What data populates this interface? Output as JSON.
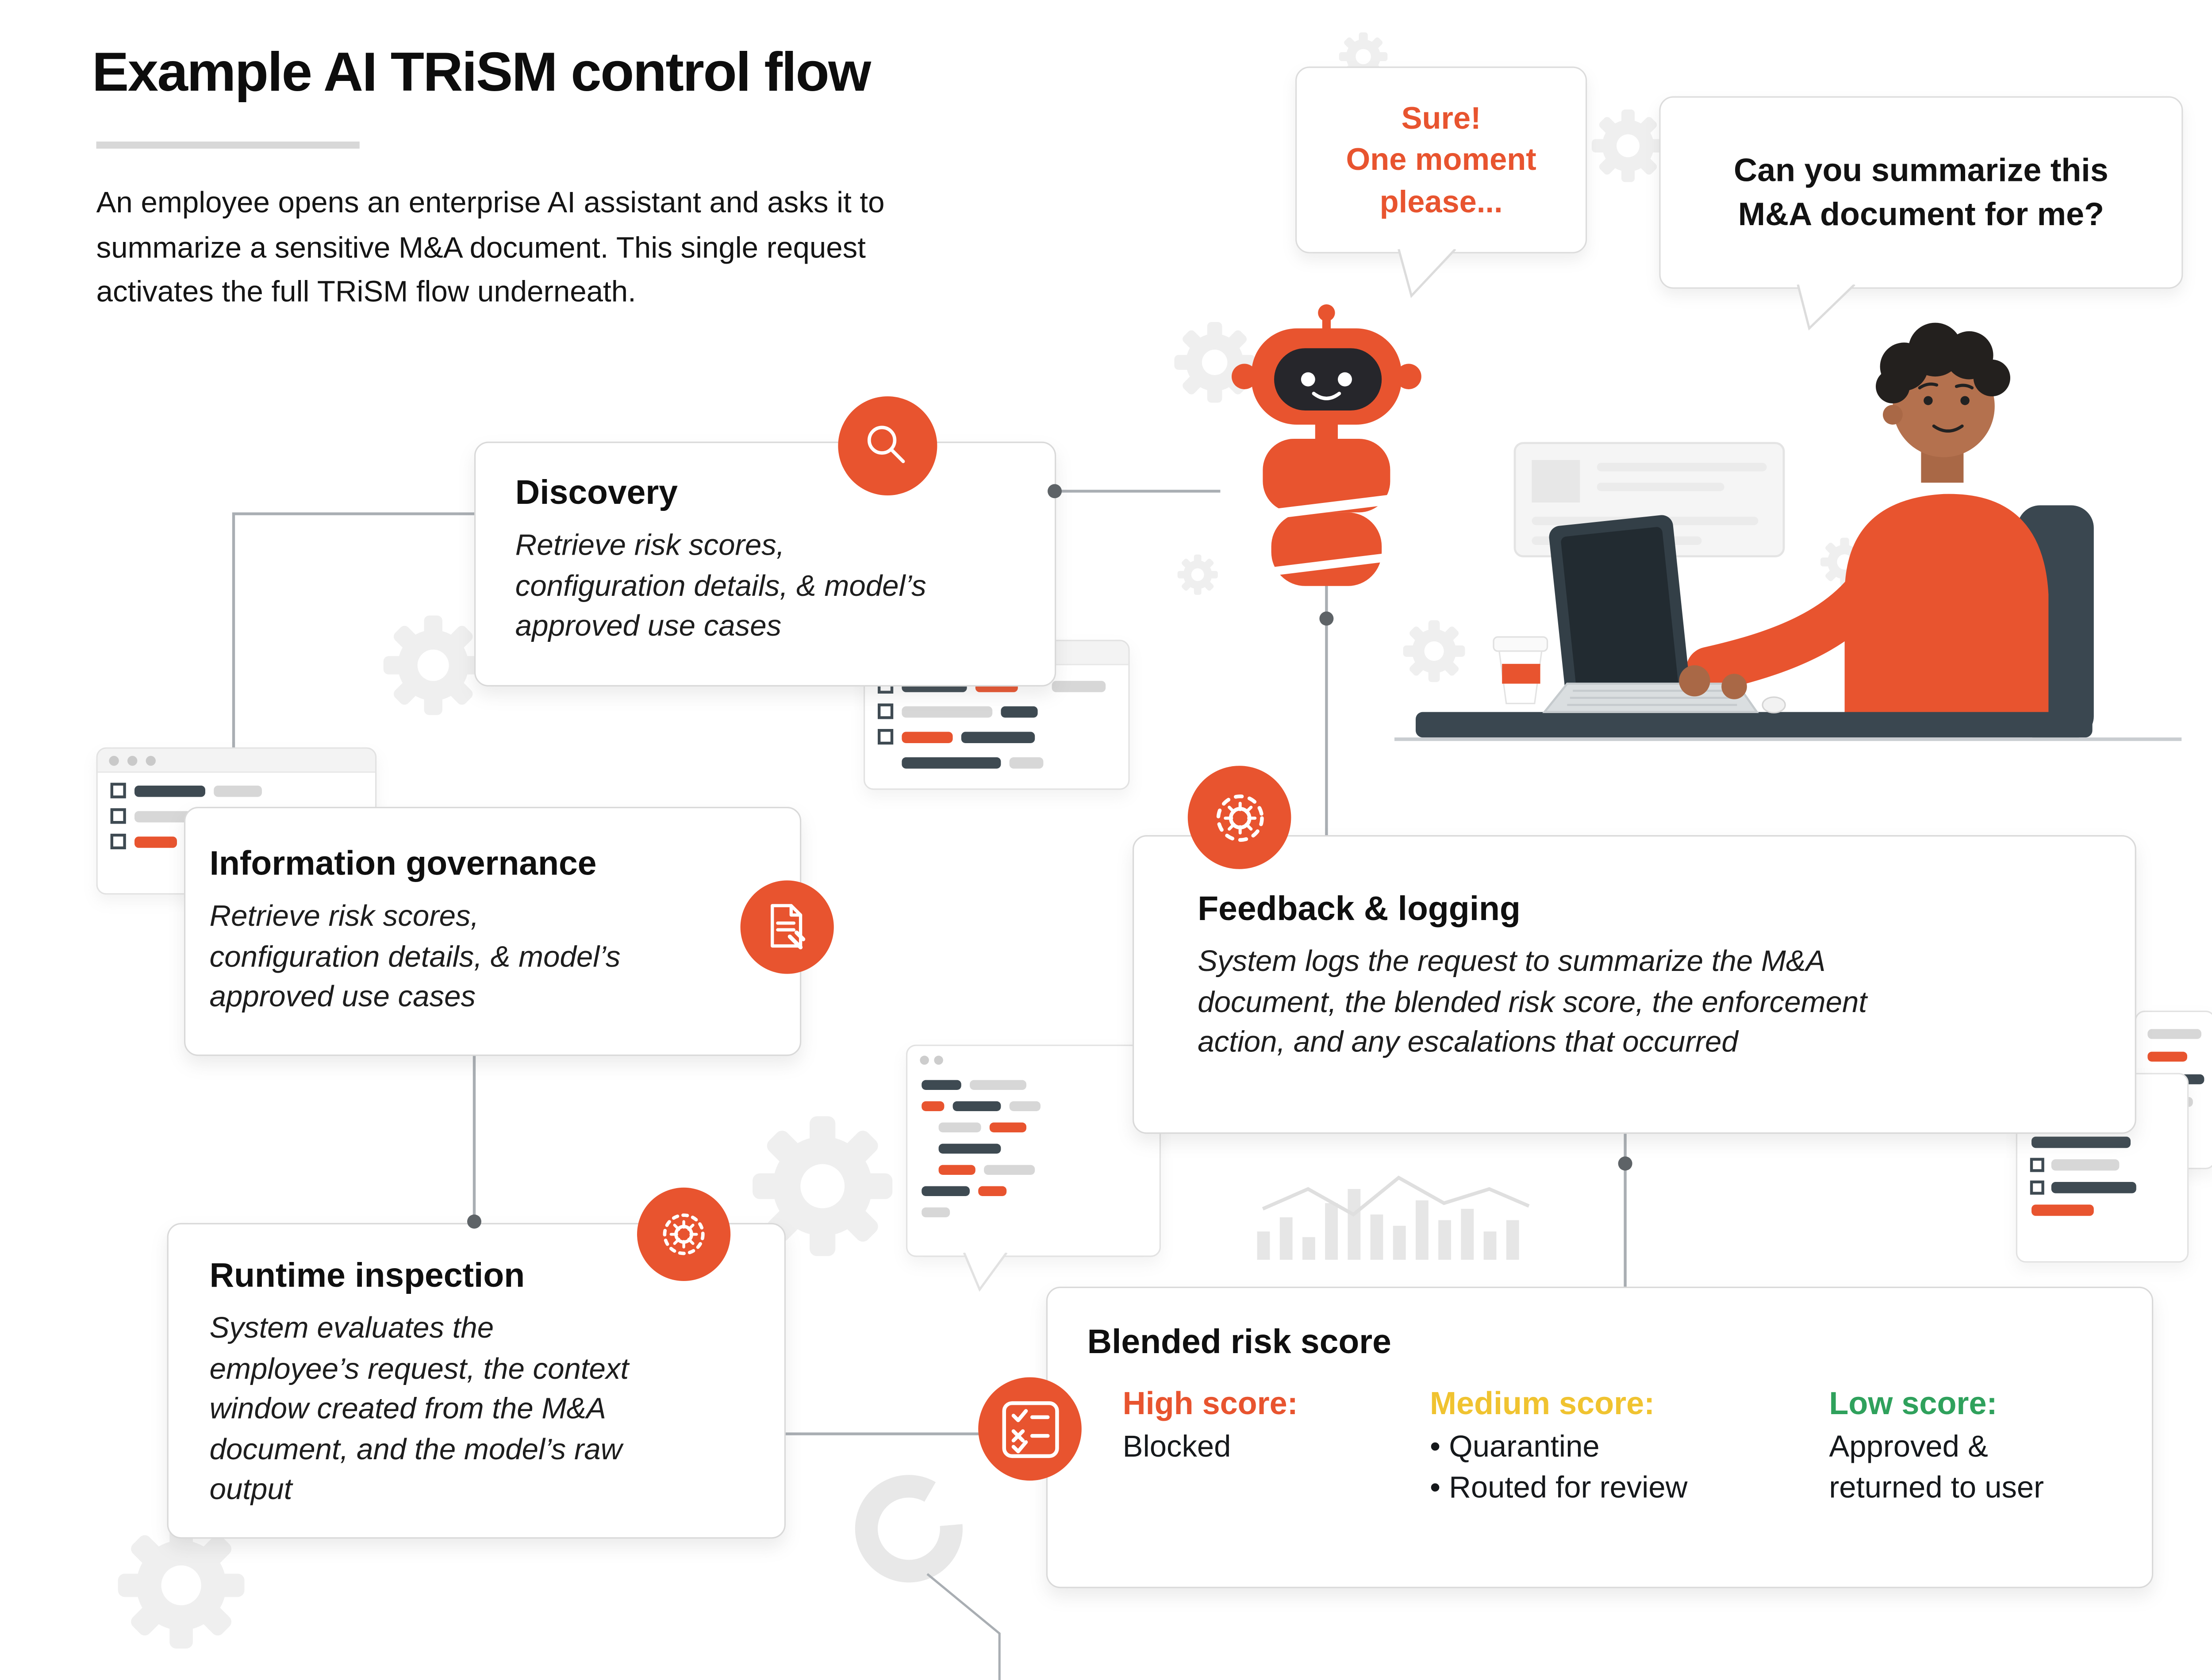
{
  "title": "Example AI TRiSM control flow",
  "intro": "An employee opens an enterprise AI assistant and asks it to\nsummarize a sensitive M&A document. This single request\nactivates the full TRiSM flow underneath.",
  "bubbles": {
    "robot": "Sure!\nOne moment\nplease...",
    "user": "Can you summarize this\nM&A document for me?"
  },
  "cards": {
    "discovery": {
      "title": "Discovery",
      "body": "Retrieve risk scores,\nconfiguration details, & model’s\napproved use cases",
      "icon": "magnifier-icon"
    },
    "governance": {
      "title": "Information governance",
      "body": "Retrieve risk scores,\nconfiguration details, & model’s\napproved use cases",
      "icon": "document-gavel-icon"
    },
    "runtime": {
      "title": "Runtime inspection",
      "body": "System evaluates the\nemployee’s request, the context\nwindow created from the M&A\ndocument, and the model’s raw\noutput",
      "icon": "head-gear-icon"
    },
    "feedback": {
      "title": "Feedback & logging",
      "body": "System logs the request to summarize the M&A\ndocument, the blended risk score, the enforcement\naction, and any escalations that occurred",
      "icon": "gear-sync-icon"
    },
    "risk": {
      "title": "Blended risk score",
      "icon": "checklist-icon",
      "high": {
        "label": "High score:",
        "text": "Blocked"
      },
      "medium": {
        "label": "Medium score:",
        "items": [
          "• Quarantine",
          "• Routed for review"
        ]
      },
      "low": {
        "label": "Low score:",
        "text": "Approved &\nreturned to user"
      }
    }
  },
  "colors": {
    "accent": "#E8542F",
    "high_score": "#E8542F",
    "medium_score": "#F0C330",
    "low_score": "#2FA15C",
    "text": "#111111",
    "connector": "#A9AEB3",
    "decor_gray": "#EFEFEF"
  }
}
